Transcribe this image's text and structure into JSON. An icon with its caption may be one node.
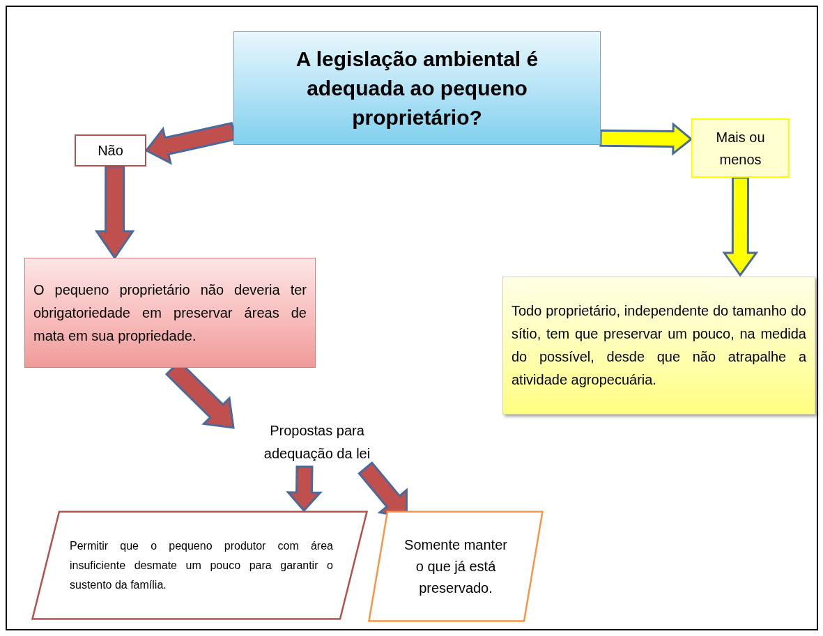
{
  "diagram": {
    "nodes": [
      {
        "text": [
          "A legislação ambiental é adequada ao pequeno proprietário?"
        ]
      },
      {
        "text": [
          "Não"
        ]
      },
      {
        "text": [
          "Mais ou menos"
        ]
      },
      {
        "text": [
          "O pequeno proprietário não deveria ter obrigatoriedade em preservar áreas de mata em sua propriedade."
        ]
      },
      {
        "text": [
          "Todo proprietário, independente do tamanho do sítio, tem que preservar um pouco, na medida do possível, desde que não atrapalhe a atividade agropecuária."
        ]
      },
      {
        "text": [
          "Propostas para adequação da lei"
        ]
      },
      {
        "text": [
          "Permitir que o pequeno produtor com área insuficiente desmate um pouco para garantir o sustento da família."
        ]
      },
      {
        "text": [
          "Somente manter o que já está preservado."
        ]
      }
    ],
    "edges": [
      {
        "from": 0,
        "to": 1,
        "arrow": "to"
      },
      {
        "from": 0,
        "to": 2,
        "arrow": "to",
        "color": "#ffff00"
      },
      {
        "from": 1,
        "to": 3,
        "arrow": "to"
      },
      {
        "from": 2,
        "to": 4,
        "arrow": "to",
        "color": "#ffff00"
      },
      {
        "from": 3,
        "to": 5,
        "arrow": "to"
      },
      {
        "from": 5,
        "to": 6,
        "arrow": "to"
      },
      {
        "from": 5,
        "to": 7,
        "arrow": "to"
      }
    ]
  }
}
